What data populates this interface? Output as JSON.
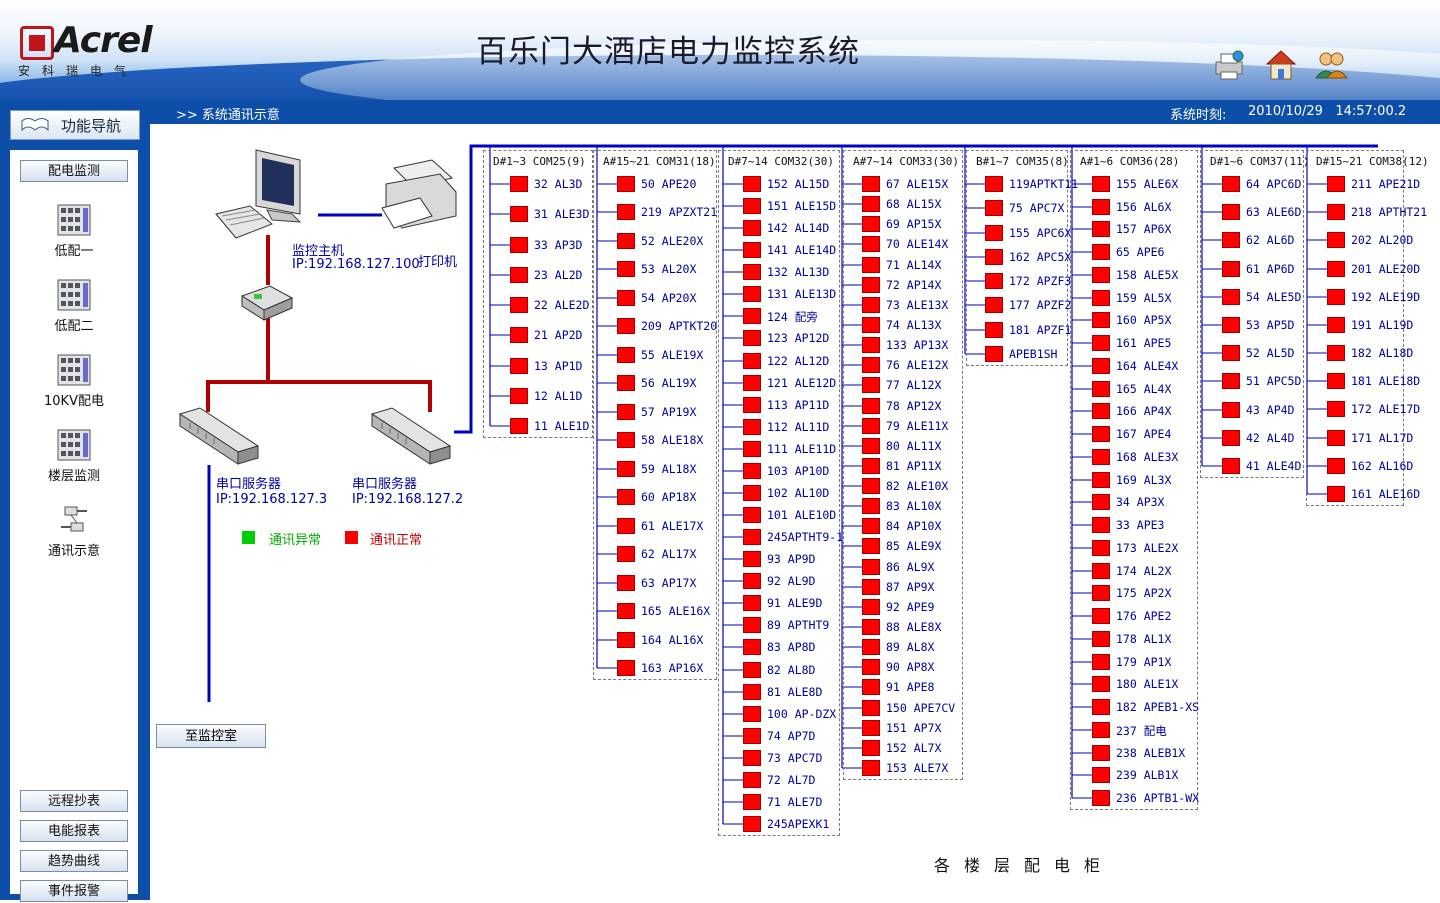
{
  "header": {
    "brand": "Acrel",
    "brand_sub": "安科瑞电气",
    "title": "百乐门大酒店电力监控系统",
    "icons": [
      "printer-icon",
      "home-icon",
      "users-icon"
    ]
  },
  "subbar": {
    "breadcrumb": ">> 系统通讯示意",
    "systime_label": "系统时刻:",
    "systime": "2010/10/29   14:57:00.2"
  },
  "sidebar": {
    "title": "功能导航",
    "top_button": "配电监测",
    "items": [
      "低配一",
      "低配二",
      "10KV配电",
      "楼层监测",
      "通讯示意"
    ],
    "bottom_buttons": [
      "远程抄表",
      "电能报表",
      "趋势曲线",
      "事件报警"
    ]
  },
  "diagram": {
    "host_label": "监控主机",
    "host_ip": "IP:192.168.127.100",
    "printer_label": "打印机",
    "server1_label": "串口服务器",
    "server1_ip": "IP:192.168.127.3",
    "server2_label": "串口服务器",
    "server2_ip": "IP:192.168.127.2",
    "legend_abnormal": "通讯异常",
    "legend_normal": "通讯正常",
    "to_room": "至监控室",
    "footer": "各楼层配电柜"
  },
  "colors": {
    "abnormal": "#00cc00",
    "normal": "#ff0000",
    "bus_blue": "#0000a0",
    "link_red": "#b00000"
  },
  "columns": [
    {
      "title": "D#1~3 COM25(9)",
      "devices": [
        "32 AL3D",
        "31 ALE3D",
        "33 AP3D",
        "23 AL2D",
        "22 ALE2D",
        "21 AP2D",
        "13 AP1D",
        "12 AL1D",
        "11 ALE1D"
      ]
    },
    {
      "title": "A#15~21 COM31(18)",
      "devices": [
        "50 APE20",
        "219 APZXT21",
        "52 ALE20X",
        "53 AL20X",
        "54 AP20X",
        "209 APTKT20",
        "55 ALE19X",
        "56 AL19X",
        "57 AP19X",
        "58 ALE18X",
        "59 AL18X",
        "60 AP18X",
        "61 ALE17X",
        "62 AL17X",
        "63 AP17X",
        "165 ALE16X",
        "164 AL16X",
        "163 AP16X"
      ]
    },
    {
      "title": "D#7~14 COM32(30)",
      "devices": [
        "152 AL15D",
        "151 ALE15D",
        "142 AL14D",
        "141 ALE14D",
        "132 AL13D",
        "131 ALE13D",
        "124 配旁",
        "123 AP12D",
        "122 AL12D",
        "121 ALE12D",
        "113 AP11D",
        "112 AL11D",
        "111 ALE11D",
        "103 AP10D",
        "102 AL10D",
        "101 ALE10D",
        "245APTHT9-1",
        "93 AP9D",
        "92 AL9D",
        "91 ALE9D",
        "89 APTHT9",
        "83 AP8D",
        "82 AL8D",
        "81 ALE8D",
        "100 AP-DZX",
        "74 AP7D",
        "73 APC7D",
        "72 AL7D",
        "71 ALE7D",
        "245APEXK1"
      ]
    },
    {
      "title": "A#7~14 COM33(30)",
      "devices": [
        "67 ALE15X",
        "68 AL15X",
        "69 AP15X",
        "70 ALE14X",
        "71 AL14X",
        "72 AP14X",
        "73 ALE13X",
        "74 AL13X",
        "133 AP13X",
        "76 ALE12X",
        "77 AL12X",
        "78 AP12X",
        "79 ALE11X",
        "80 AL11X",
        "81 AP11X",
        "82 ALE10X",
        "83 AL10X",
        "84 AP10X",
        "85 ALE9X",
        "86 AL9X",
        "87 AP9X",
        "92 APE9",
        "88 ALE8X",
        "89 AL8X",
        "90 AP8X",
        "91 APE8",
        "150 APE7CV",
        "151 AP7X",
        "152 AL7X",
        "153 ALE7X"
      ]
    },
    {
      "title": "B#1~7 COM35(8)",
      "devices": [
        "119APTKT11",
        "75 APC7X",
        "155 APC6X",
        "162 APC5X",
        "172 APZF3",
        "177 APZF2",
        "181 APZF1",
        "APEB1SH"
      ]
    },
    {
      "title": "A#1~6 COM36(28)",
      "devices": [
        "155 ALE6X",
        "156 AL6X",
        "157 AP6X",
        "65 APE6",
        "158 ALE5X",
        "159 AL5X",
        "160 AP5X",
        "161 APE5",
        "164 ALE4X",
        "165 AL4X",
        "166 AP4X",
        "167 APE4",
        "168 ALE3X",
        "169 AL3X",
        "34 AP3X",
        "33 APE3",
        "173 ALE2X",
        "174 AL2X",
        "175 AP2X",
        "176 APE2",
        "178 AL1X",
        "179 AP1X",
        "180 ALE1X",
        "182 APEB1-XS",
        "237 配电",
        "238 ALEB1X",
        "239 ALB1X",
        "236 APTB1-WX"
      ]
    },
    {
      "title": "D#1~6 COM37(11)",
      "devices": [
        "64 APC6D",
        "63 ALE6D",
        "62 AL6D",
        "61 AP6D",
        "54 ALE5D",
        "53 AP5D",
        "52 AL5D",
        "51 APC5D",
        "43 AP4D",
        "42 AL4D",
        "41 ALE4D"
      ]
    },
    {
      "title": "D#15~21 COM38(12)",
      "devices": [
        "211 APE21D",
        "218 APTHT21",
        "202 AL20D",
        "201 ALE20D",
        "192 ALE19D",
        "191 AL19D",
        "182 AL18D",
        "181 ALE18D",
        "172 ALE17D",
        "171 AL17D",
        "162 AL16D",
        "161 ALE16D"
      ]
    }
  ]
}
